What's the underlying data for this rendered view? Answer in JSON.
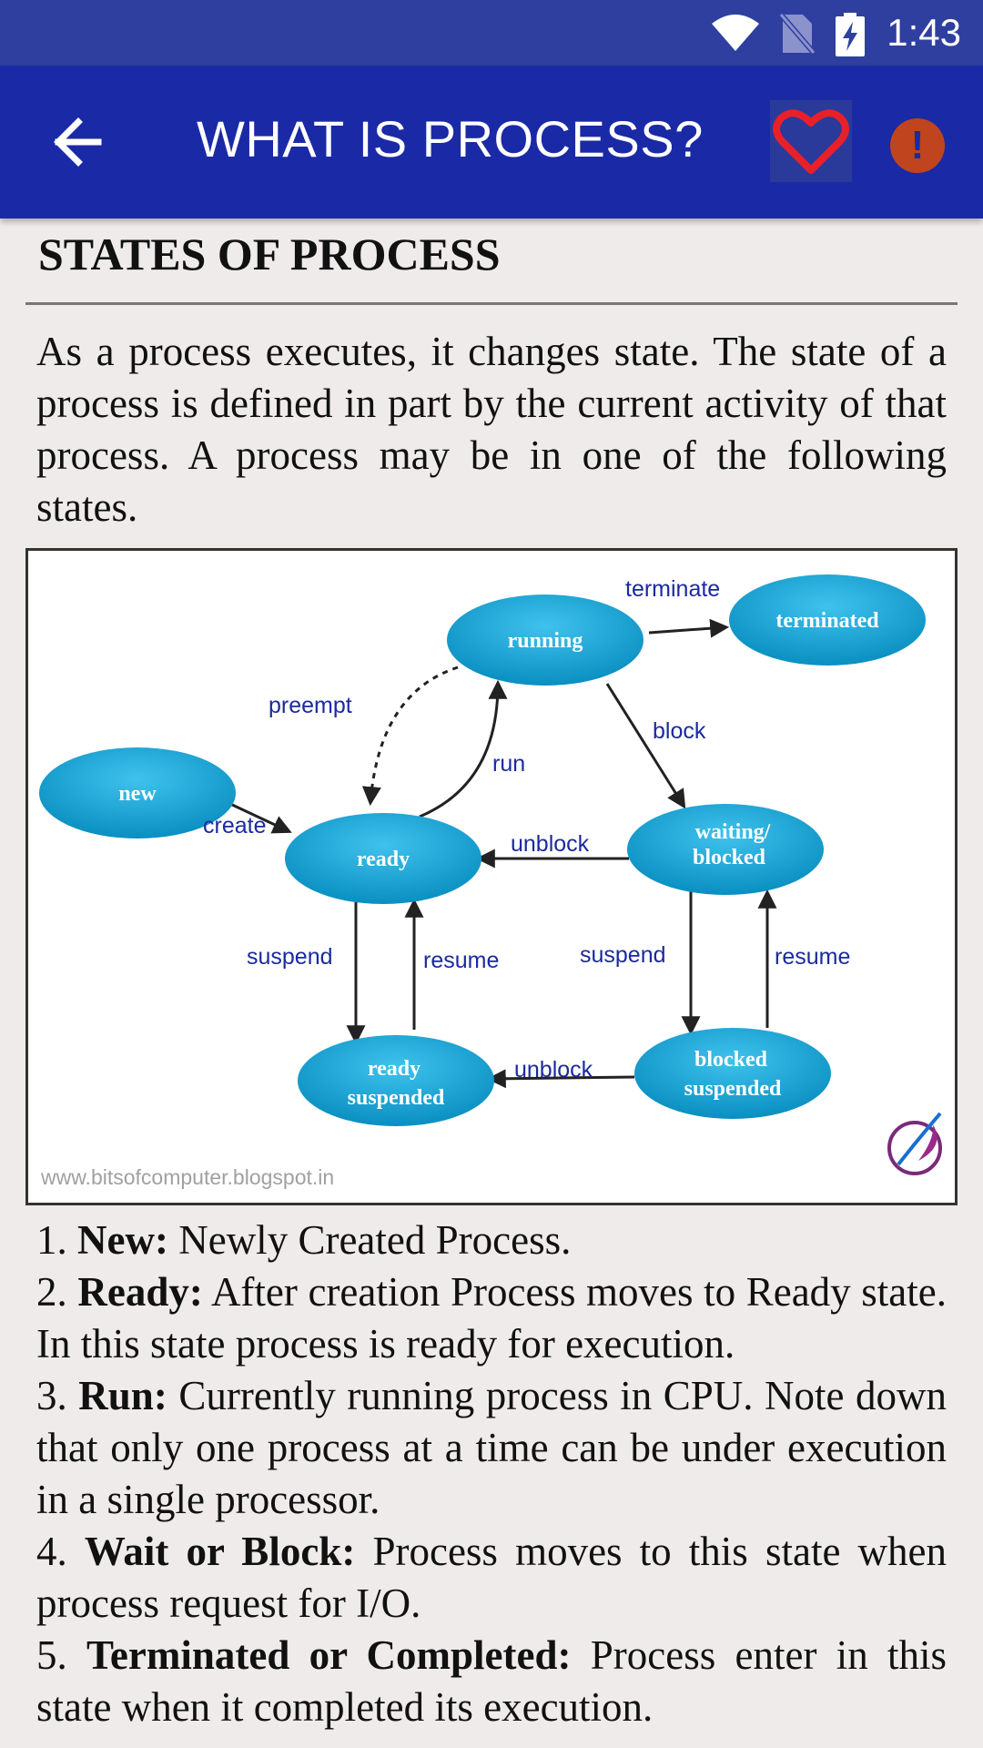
{
  "status_bar": {
    "time": "1:43"
  },
  "app_bar": {
    "title": "WHAT IS PROCESS?"
  },
  "content": {
    "section_title": "STATES OF PROCESS",
    "intro": "As a process executes, it changes state. The state of a process is defined in part by the current activity of that process. A process may be in one of the following states."
  },
  "diagram": {
    "nodes": {
      "running": "running",
      "terminated": "terminated",
      "new": "new",
      "ready": "ready",
      "waiting_line1": "waiting/",
      "waiting_line2": "blocked",
      "ready_suspended_line1": "ready",
      "ready_suspended_line2": "suspended",
      "blocked_suspended_line1": "blocked",
      "blocked_suspended_line2": "suspended"
    },
    "edges": {
      "terminate": "terminate",
      "preempt": "preempt",
      "block": "block",
      "run": "run",
      "create": "create",
      "unblock_top": "unblock",
      "suspend_left": "suspend",
      "resume_left": "resume",
      "suspend_right": "suspend",
      "resume_right": "resume",
      "unblock_bottom": "unblock"
    },
    "watermark": "www.bitsofcomputer.blogspot.in",
    "colors": {
      "node": "#1ea5d6",
      "node_dark": "#0b86b8",
      "edge_label": "#1b2aa0"
    }
  },
  "states": [
    {
      "number": "1.",
      "term": "New:",
      "description": "Newly Created Process."
    },
    {
      "number": "2.",
      "term": "Ready:",
      "description": "After creation Process moves to Ready state. In this state process is ready for execution."
    },
    {
      "number": "3.",
      "term": "Run:",
      "description": "Currently running process in CPU. Note down that only one process at a time can be under execution in a single processor."
    },
    {
      "number": "4.",
      "term": "Wait or Block:",
      "description": "Process moves to this state when process request for I/O."
    },
    {
      "number": "5.",
      "term": "Terminated or Completed:",
      "description": "Process enter in this state when it completed its execution."
    }
  ],
  "icons": {
    "back": "arrow-left-icon",
    "favorite": "heart-outline-icon",
    "alert": "alert-circle-icon",
    "wifi": "wifi-icon",
    "no_sim": "no-sim-icon",
    "battery": "battery-charging-icon"
  }
}
